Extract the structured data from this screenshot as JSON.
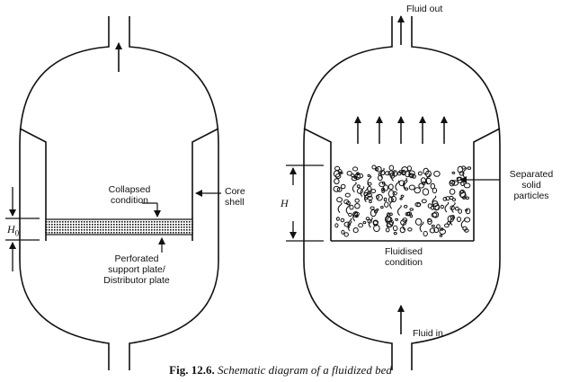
{
  "left_vessel": {
    "collapsed_label": "Collapsed\ncondition",
    "core_shell_label": "Core\nshell",
    "plate_label": "Perforated\nsupport plate/\nDistributor plate",
    "height_label": "H",
    "height_sub": "0"
  },
  "right_vessel": {
    "fluid_out_label": "Fluid out",
    "fluid_in_label": "Fluid in",
    "particles_label": "Separated\nsolid\nparticles",
    "fluidised_label": "Fluidised\ncondition",
    "height_label": "H"
  },
  "caption": {
    "number": "Fig. 12.6.",
    "text": "Schematic diagram of a fluidized bed"
  },
  "colors": {
    "ink": "#111111",
    "background": "#ffffff"
  }
}
